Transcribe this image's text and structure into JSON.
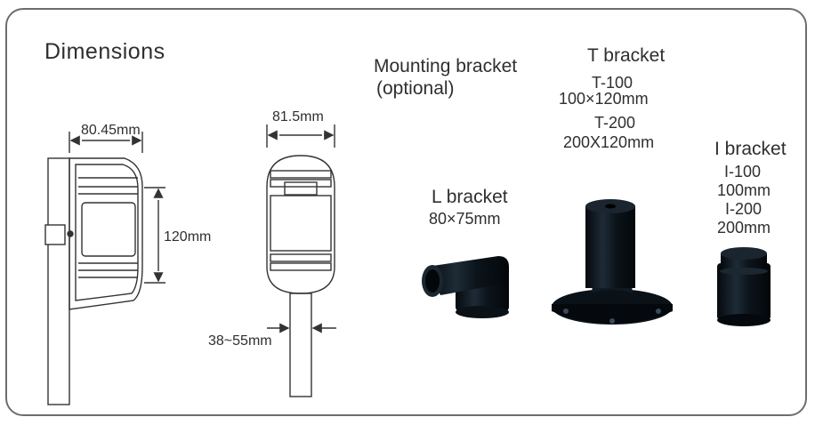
{
  "title": "Dimensions",
  "side_view": {
    "width_label": "80.45mm",
    "height_label": "120mm"
  },
  "front_view": {
    "width_label": "81.5mm",
    "pole_label": "38~55mm"
  },
  "mounting": {
    "line1": "Mounting bracket",
    "line2": "(optional)"
  },
  "l_bracket": {
    "name": "L bracket",
    "size": "80×75mm"
  },
  "t_bracket": {
    "name": "T bracket",
    "model1": "T-100",
    "size1": "100×120mm",
    "model2": "T-200",
    "size2": "200X120mm"
  },
  "i_bracket": {
    "name": "I bracket",
    "model1": "I-100",
    "size1": "100mm",
    "model2": "I-200",
    "size2": "200mm"
  },
  "colors": {
    "frame": "#6d6d6d",
    "line": "#333333",
    "bracket": "#101820"
  }
}
